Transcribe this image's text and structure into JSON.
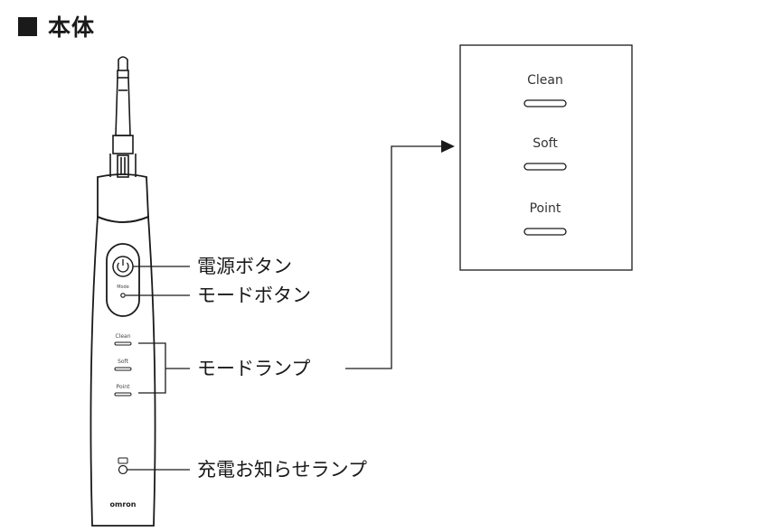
{
  "heading": "本体",
  "brand": "omron",
  "body_labels": {
    "mode_button": "Mode",
    "clean": "Clean",
    "soft": "Soft",
    "point": "Point"
  },
  "callouts": {
    "power_button": "電源ボタン",
    "mode_button": "モードボタン",
    "mode_lamp": "モードランプ",
    "charge_lamp": "充電お知らせランプ"
  },
  "detail_panel": {
    "items": [
      "Clean",
      "Soft",
      "Point"
    ]
  }
}
